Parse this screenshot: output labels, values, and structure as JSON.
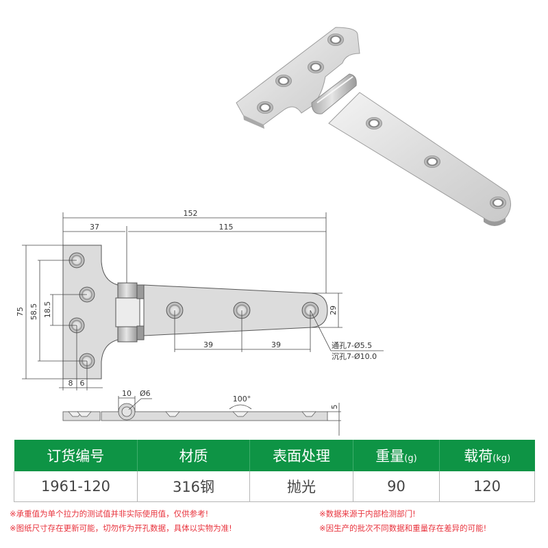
{
  "product": {
    "name": "T-hinge",
    "render_alt": "Polished stainless steel T-hinge 3D render"
  },
  "drawing": {
    "dimensions": {
      "overall_length": "152",
      "leaf_short_length": "37",
      "leaf_long_length": "115",
      "height_total": "75",
      "hole_spacing_outer": "58.5",
      "hole_spacing_inner": "18.5",
      "edge_offset_1": "8",
      "edge_offset_2": "6",
      "tail_width": "29",
      "hole_pitch_1": "39",
      "hole_pitch_2": "39",
      "knuckle_width": "10",
      "pin_diameter": "Ø6",
      "countersink_angle": "100°",
      "thickness": "5"
    },
    "hole_notes": {
      "through_hole": "通孔7-Ø5.5",
      "countersink": "沉孔7-Ø10.0"
    }
  },
  "spec_table": {
    "header_color": "#0e9445",
    "headers": [
      {
        "label": "订货编号",
        "unit": ""
      },
      {
        "label": "材质",
        "unit": ""
      },
      {
        "label": "表面处理",
        "unit": ""
      },
      {
        "label": "重量",
        "unit": "(g)"
      },
      {
        "label": "载荷",
        "unit": "(kg)"
      }
    ],
    "rows": [
      [
        "1961-120",
        "316钢",
        "抛光",
        "90",
        "120"
      ]
    ]
  },
  "notes": {
    "color": "#e8323c",
    "items": [
      "※承重值为单个拉力的测试值并非实际使用值，仅供参考!",
      "※数据来源于内部检测部门!",
      "※图纸尺寸存在更新可能，切勿作为开孔数据，具体以实物为准!",
      "※因生产的批次不同数据和重量存在差异的可能!"
    ]
  }
}
